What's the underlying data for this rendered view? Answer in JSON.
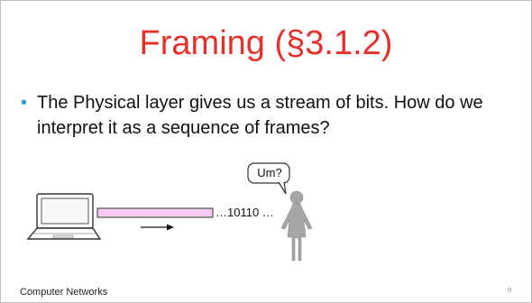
{
  "slide": {
    "title": "Framing (§3.1.2)",
    "bullet": "The Physical layer gives us a stream of bits. How do we interpret it as a sequence of frames?",
    "bits": "…10110 …",
    "speech": "Um?",
    "footer": "Computer Networks",
    "page_number": "9"
  },
  "colors": {
    "title": "#e8302a",
    "bullet_marker": "#2f9fd6",
    "wire_fill": "#f5c9f0",
    "person": "#a6a6a6"
  },
  "icons": {
    "computer": "laptop-icon",
    "receiver": "person-icon",
    "direction": "right-arrow-icon"
  }
}
